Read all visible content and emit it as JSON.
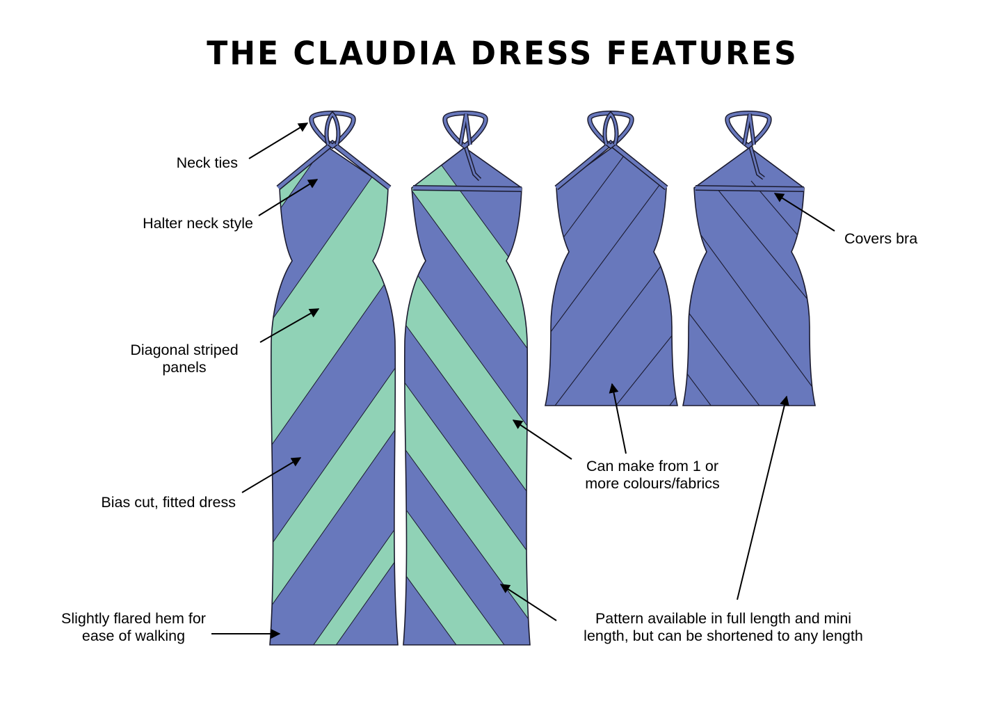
{
  "title": "THE CLAUDIA DRESS FEATURES",
  "colors": {
    "blue": "#6878BC",
    "green": "#90D2B6",
    "outline": "#1a1a2e",
    "text": "#000000",
    "background": "#ffffff"
  },
  "labels": {
    "neck_ties": "Neck ties",
    "halter_neck": "Halter neck style",
    "diagonal_line1": "Diagonal striped",
    "diagonal_line2": "panels",
    "bias_cut": "Bias cut, fitted dress",
    "flared_line1": "Slightly flared hem for",
    "flared_line2": "ease of walking",
    "colours_line1": "Can make from 1 or",
    "colours_line2": "more colours/fabrics",
    "pattern_line1": "Pattern available in full length and mini",
    "pattern_line2": "length, but can be shortened to any length",
    "covers_bra": "Covers bra"
  },
  "illustrations": [
    {
      "name": "maxi dress front",
      "colors": [
        "blue",
        "green"
      ]
    },
    {
      "name": "maxi dress back",
      "colors": [
        "blue",
        "green"
      ]
    },
    {
      "name": "mini dress front",
      "colors": [
        "blue"
      ]
    },
    {
      "name": "mini dress back",
      "colors": [
        "blue"
      ]
    }
  ]
}
